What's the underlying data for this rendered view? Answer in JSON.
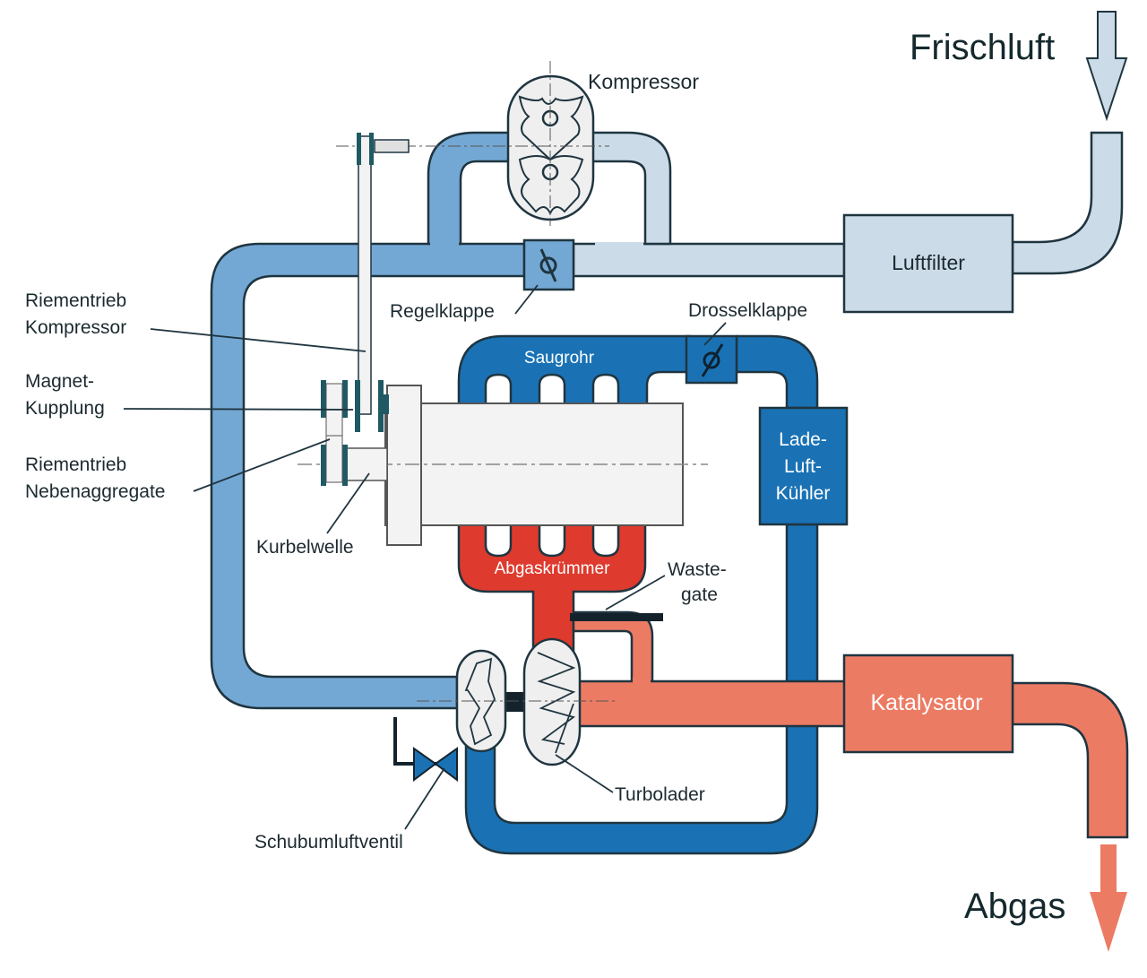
{
  "diagram": {
    "type": "Turbo and supercharger air/exhaust flow schematic",
    "colors": {
      "fresh_air": "#ccdbe8",
      "supercharged_air": "#74a8d4",
      "charge_air": "#1a72b5",
      "exhaust_hot": "#de3a2e",
      "exhaust": "#ec7b64",
      "engine_block": "#f3f3f3",
      "outline": "#1f3540"
    },
    "labels": {
      "frischluft": "Frischluft",
      "abgas": "Abgas",
      "kompressor": "Kompressor",
      "luftfilter": "Luftfilter",
      "regelklappe": "Regelklappe",
      "drosselklappe": "Drosselklappe",
      "saugrohr": "Saugrohr",
      "ladeluftkuehler": [
        "Lade-",
        "Luft-",
        "Kühler"
      ],
      "riementrieb_kompressor": [
        "Riementrieb",
        "Kompressor"
      ],
      "magnetkupplung": [
        "Magnet-",
        "Kupplung"
      ],
      "riementrieb_nebenaggregate": [
        "Riementrieb",
        "Nebenaggregate"
      ],
      "kurbelwelle": "Kurbelwelle",
      "abgaskruemmer": "Abgaskrümmer",
      "wastegate": [
        "Waste-",
        "gate"
      ],
      "katalysator": "Katalysator",
      "turbolader": "Turbolader",
      "schubumluftventil": "Schubumluftventil"
    },
    "flow_arrows": [
      {
        "name": "Frischluft",
        "direction": "down",
        "meaning": "fresh air intake"
      },
      {
        "name": "Abgas",
        "direction": "down",
        "meaning": "exhaust outlet"
      }
    ]
  }
}
